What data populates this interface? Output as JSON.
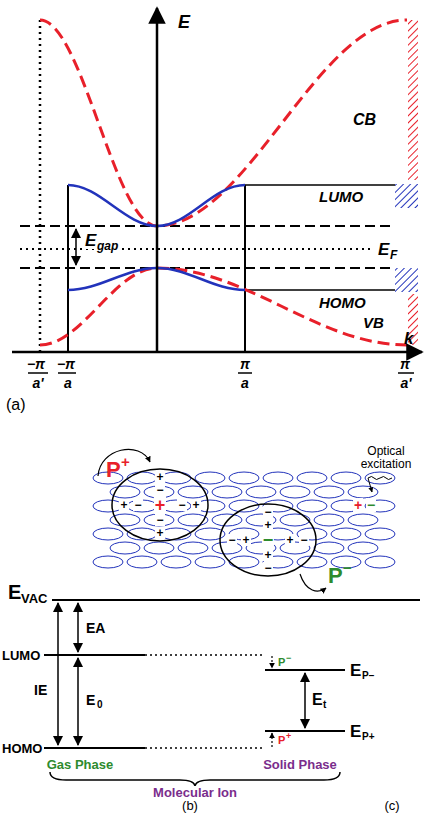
{
  "diagram": {
    "labels": [
      "E",
      "CB",
      "LUMO",
      "E",
      "gap",
      "E",
      "F",
      "HOMO",
      "VB",
      "k",
      "−π",
      "a'",
      "−π",
      "a",
      "π",
      "a",
      "π",
      "a'",
      "(a)",
      "P",
      "+",
      "Optical excitation",
      "+",
      "+",
      "−",
      "+",
      "−",
      "−",
      "+",
      "−",
      "+",
      "−",
      "−",
      "+",
      "−",
      "+",
      "+",
      "−",
      "+",
      "−",
      "+",
      "−",
      "P",
      "−",
      "E",
      "VAC",
      "EA",
      "LUMO",
      "IE",
      "E",
      "0",
      "HOMO",
      "Gas Phase",
      "P",
      "−",
      "E",
      "P−",
      "E",
      "t",
      "P",
      "+",
      "E",
      "P+",
      "Solid Phase",
      "Molecular Ion",
      "(b)",
      "(c)"
    ]
  }
}
